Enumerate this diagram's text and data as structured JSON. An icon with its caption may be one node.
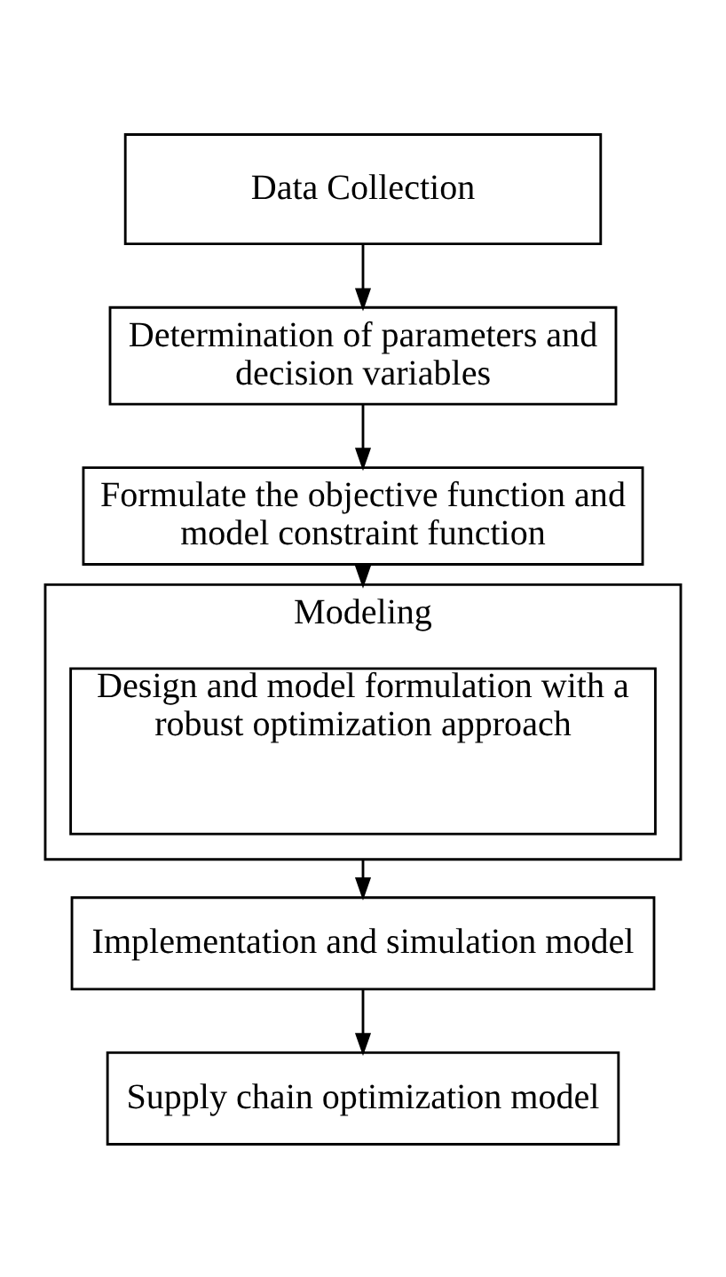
{
  "diagram": {
    "nodes": [
      {
        "text": [
          "Data Collection"
        ]
      },
      {
        "text": [
          "Determination of parameters and decision variables"
        ]
      },
      {
        "text": [
          "Formulate the objective function and model constraint function"
        ]
      },
      {
        "text": [
          "Modeling"
        ]
      },
      {
        "text": [
          "Design and model formulation with a robust optimization approach"
        ],
        "in": 3
      },
      {
        "text": [
          "Implementation and simulation model"
        ]
      },
      {
        "text": [
          "Supply chain optimization model"
        ]
      }
    ],
    "edges": [
      {
        "from": 0,
        "to": 1,
        "arrow": "to"
      },
      {
        "from": 1,
        "to": 2,
        "arrow": "to"
      },
      {
        "from": 2,
        "to": 3,
        "arrow": "to"
      },
      {
        "from": 3,
        "to": 5,
        "arrow": "to"
      },
      {
        "from": 5,
        "to": 6,
        "arrow": "to"
      }
    ]
  }
}
